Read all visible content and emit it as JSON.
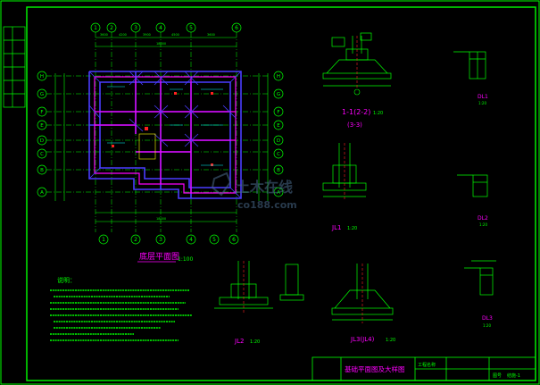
{
  "drawing": {
    "plan_title": "底层平面图",
    "plan_scale": "1:100",
    "notes_heading": "说明：",
    "sheet_title": "基础平面图及大样图",
    "title_block_label": "工程名称",
    "sheet_no_label": "图号",
    "sheet_no": "结施-1",
    "watermark_en": "co188.com",
    "watermark_cn": "土木在线"
  },
  "plan": {
    "grid_top": [
      "1",
      "2",
      "3",
      "4",
      "5",
      "6"
    ],
    "grid_bottom": [
      "1",
      "2",
      "3",
      "4",
      "5",
      "6"
    ],
    "grid_left": [
      "H",
      "G",
      "F",
      "E",
      "D",
      "C",
      "B",
      "A"
    ],
    "grid_right": [
      "H",
      "G",
      "F",
      "E",
      "D",
      "C",
      "B",
      "A"
    ]
  },
  "details": {
    "d1_label": "1-1(2-2)",
    "d1_sub": "(3-3)",
    "d1_scale": "1:20",
    "dl1": "DL1",
    "dl1_scale": "1:20",
    "jl1": "JL1",
    "jl1_scale": "1:20",
    "dl2": "DL2",
    "dl2_scale": "1:20",
    "jl2": "JL2",
    "jl2_scale": "1:20",
    "jl3": "JL3(JL4)",
    "jl3_scale": "1:20",
    "dl3": "DL3",
    "dl3_scale": "1:20"
  },
  "colors": {
    "line": "#00ff00",
    "wall": "#ff00ff",
    "beam": "#4a3cff",
    "cyan": "#00ffff",
    "text": "#00ff00",
    "red": "#ff2020",
    "yellow": "#ffff00"
  }
}
